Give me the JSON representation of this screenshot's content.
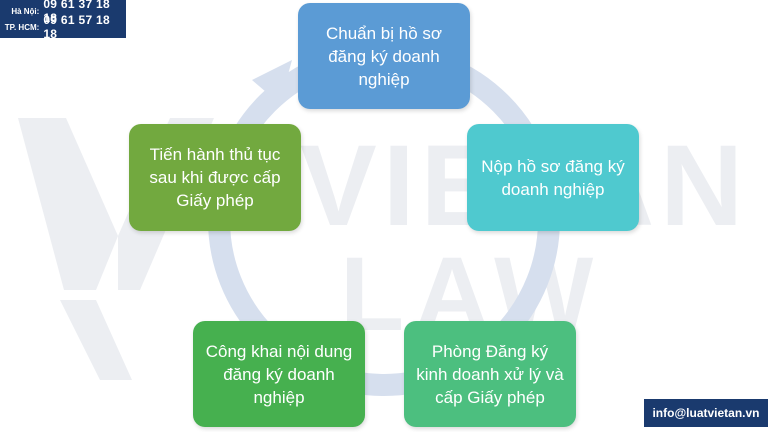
{
  "hotline": {
    "rows": [
      {
        "city": "Hà Nội:",
        "number": "09 61 37 18 18"
      },
      {
        "city": "TP. HCM:",
        "number": "09 61 57 18 18"
      }
    ]
  },
  "email": "info@luatvietan.vn",
  "watermark": {
    "logo_text_top": "VIETAN",
    "logo_text_bottom": "LAW"
  },
  "steps": [
    {
      "label": "Chuẩn bị hồ sơ đăng ký doanh nghiệp",
      "color": "#5b9bd5"
    },
    {
      "label": "Nộp hồ sơ đăng ký doanh nghiệp",
      "color": "#4fc9cf"
    },
    {
      "label": "Phòng Đăng ký kinh doanh xử lý và cấp Giấy phép",
      "color": "#4cbf7f"
    },
    {
      "label": "Công khai nội dung đăng ký doanh nghiệp",
      "color": "#46b04f"
    },
    {
      "label": "Tiến hành thủ tục sau khi được cấp Giấy phép",
      "color": "#72a93f"
    }
  ],
  "colors": {
    "cycle_ring": "#d6dfee",
    "watermark": "#eceef2",
    "badge": "#1a3a6e"
  }
}
